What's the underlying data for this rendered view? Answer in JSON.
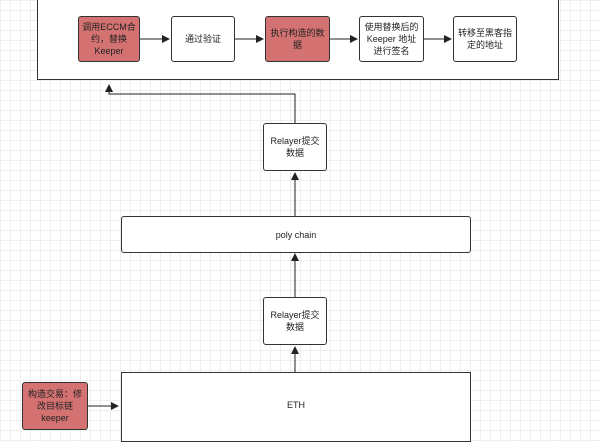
{
  "nodes": {
    "call_eccm": "调用ECCM合约，替换Keeper",
    "pass_verify": "通过验证",
    "exec_data": "执行构造的数据",
    "sign_new_keeper": "使用替换后的Keeper 地址进行签名",
    "transfer_hacker": "转移至黑客指定的地址",
    "relayer_top": "Relayer提交数据",
    "poly_chain": "poly chain",
    "relayer_bottom": "Relayer提交数据",
    "construct_tx": "构造交易：修改目标链keeper",
    "eth": "ETH"
  },
  "colors": {
    "highlight": "#d47272",
    "border": "#333333"
  }
}
